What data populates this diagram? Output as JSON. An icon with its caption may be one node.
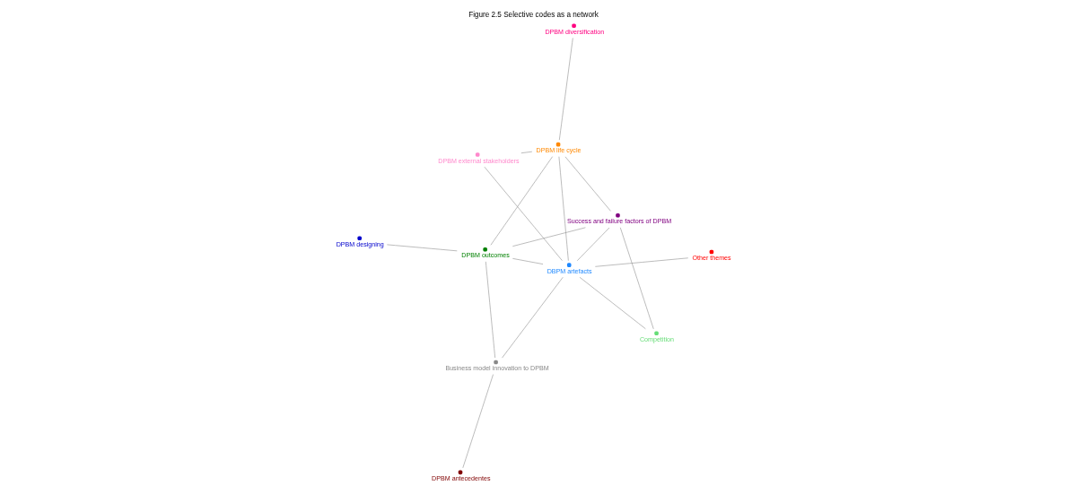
{
  "diagram": {
    "title": "Figure 2.5 Selective codes as a network",
    "nodes": [
      {
        "text": [
          "DPBM designing"
        ]
      },
      {
        "text": [
          "Success and failure factors of DPBM"
        ]
      },
      {
        "text": [
          "Competition"
        ]
      },
      {
        "text": [
          "DPBM diversification"
        ]
      },
      {
        "text": [
          "DPBM life cycle"
        ]
      },
      {
        "text": [
          "DPBM outcomes"
        ]
      },
      {
        "text": [
          "DPBM external stakeholders"
        ]
      },
      {
        "text": [
          "DBPM artefacts"
        ]
      },
      {
        "text": [
          "Business model innovation to DPBM"
        ]
      },
      {
        "text": [
          "Other themes"
        ]
      },
      {
        "text": [
          "DPBM antecedentes"
        ]
      }
    ],
    "edges": [
      {
        "from": 1,
        "to": 2,
        "arrow": "none"
      },
      {
        "from": 1,
        "to": 4,
        "arrow": "none"
      },
      {
        "from": 1,
        "to": 7,
        "arrow": "none"
      },
      {
        "from": 1,
        "to": 5,
        "arrow": "none"
      },
      {
        "from": 0,
        "to": 5,
        "arrow": "none"
      },
      {
        "from": 2,
        "to": 7,
        "arrow": "none"
      },
      {
        "from": 3,
        "to": 4,
        "arrow": "none"
      },
      {
        "from": 4,
        "to": 5,
        "arrow": "none"
      },
      {
        "from": 4,
        "to": 6,
        "arrow": "none"
      },
      {
        "from": 4,
        "to": 7,
        "arrow": "none"
      },
      {
        "from": 6,
        "to": 7,
        "arrow": "none"
      },
      {
        "from": 7,
        "to": 5,
        "arrow": "none"
      },
      {
        "from": 7,
        "to": 8,
        "arrow": "none"
      },
      {
        "from": 7,
        "to": 9,
        "arrow": "none"
      },
      {
        "from": 5,
        "to": 8,
        "arrow": "none"
      },
      {
        "from": 8,
        "to": 10,
        "arrow": "none"
      }
    ]
  }
}
